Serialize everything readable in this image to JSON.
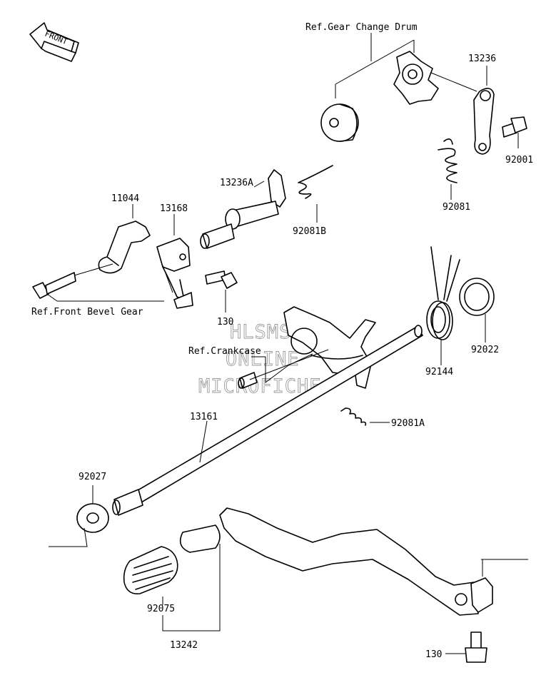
{
  "front_marker": {
    "label": "FRONT"
  },
  "watermark": {
    "line1": "HLSMS",
    "line2": "ONLINE",
    "line3": "MICROFICHE"
  },
  "labels": {
    "ref_gear_change_drum": "Ref.Gear Change Drum",
    "ref_front_bevel_gear": "Ref.Front Bevel Gear",
    "ref_crankcase": "Ref.Crankcase",
    "p13236": "13236",
    "p92001": "92001",
    "p92081": "92081",
    "p13236a": "13236A",
    "p92081b": "92081B",
    "p11044": "11044",
    "p13168": "13168",
    "p130_upper": "130",
    "p92022": "92022",
    "p92144": "92144",
    "p92081a": "92081A",
    "p13161": "13161",
    "p92027": "92027",
    "p92075": "92075",
    "p13242": "13242",
    "p130_lower": "130"
  }
}
